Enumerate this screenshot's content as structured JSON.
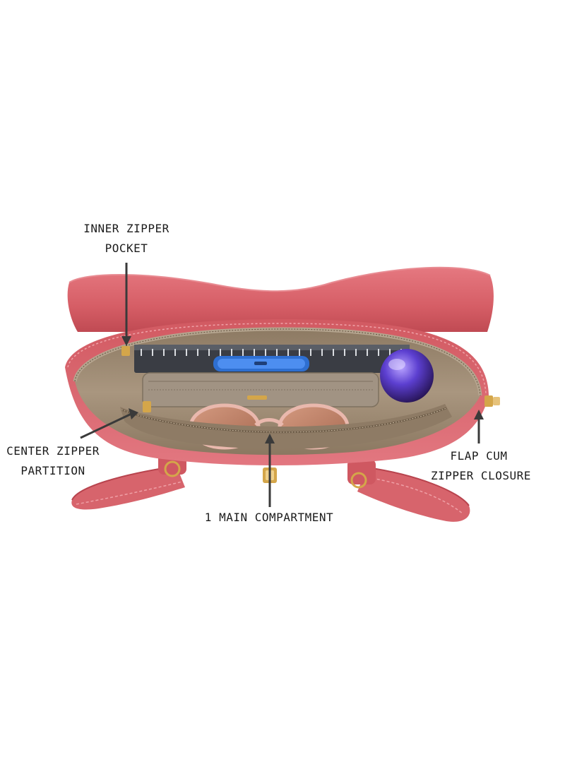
{
  "callouts": {
    "inner_zipper_pocket": {
      "line1": "INNER ZIPPER",
      "line2": "POCKET"
    },
    "center_zipper_partition": {
      "line1": "CENTER ZIPPER",
      "line2": "PARTITION"
    },
    "flap_zipper_closure": {
      "line1": "FLAP CUM",
      "line2": "ZIPPER CLOSURE"
    },
    "main_compartment": {
      "line1": "1 MAIN COMPARTMENT"
    }
  },
  "colors": {
    "bag_leather": "#d65e66",
    "bag_leather_dark": "#b8444e",
    "lining": "#9a8670",
    "hardware": "#d4a64a",
    "arrow": "#3a3a3a",
    "text": "#1c1c1c"
  }
}
